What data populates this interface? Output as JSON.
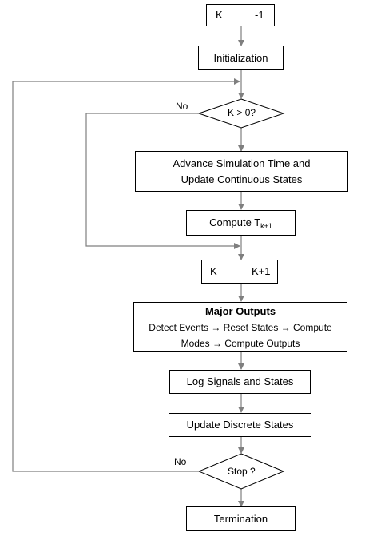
{
  "boxes": {
    "init_k": {
      "k": "K",
      "value": "-1"
    },
    "initialization": "Initialization",
    "advance": {
      "line1": "Advance Simulation Time and",
      "line2": "Update Continuous States"
    },
    "compute": {
      "label": "Compute T",
      "subscript": "k+1"
    },
    "increment": {
      "k": "K",
      "value": "K+1"
    },
    "major": {
      "title": "Major Outputs",
      "line1": "Detect Events → Reset States → Compute",
      "line2": "Modes → Compute Outputs"
    },
    "log": "Log Signals and States",
    "update_discrete": "Update Discrete States",
    "termination": "Termination"
  },
  "decisions": {
    "k_check": {
      "pre": "K ",
      "op": ">",
      "post": " 0?"
    },
    "stop": "Stop ?"
  },
  "labels": {
    "no_k": "No",
    "no_stop": "No"
  },
  "colors": {
    "connector": "#7f7f7f",
    "border": "#000000"
  }
}
